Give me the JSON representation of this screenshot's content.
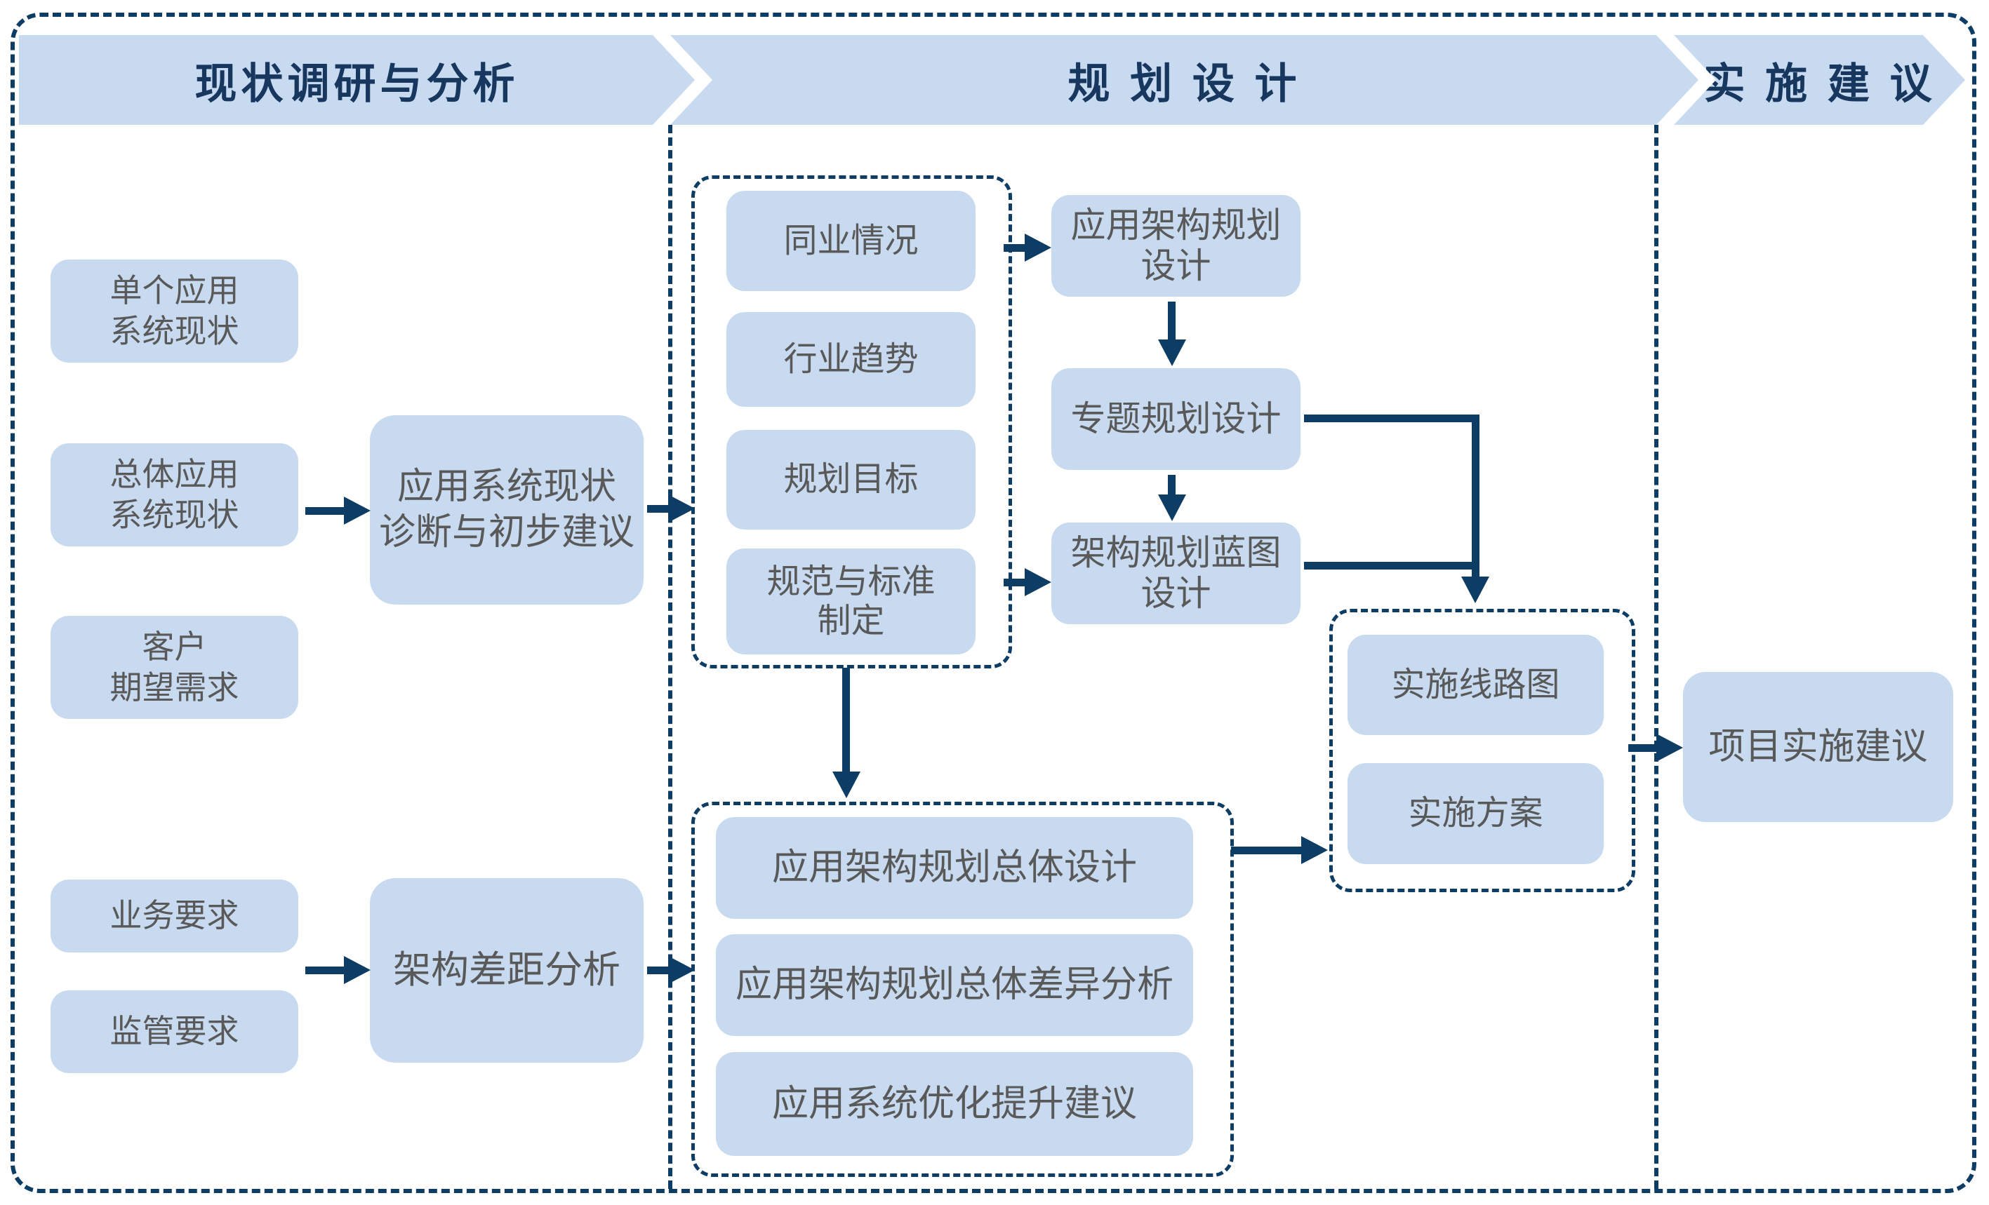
{
  "header": {
    "phases": [
      {
        "label": "现状调研与分析"
      },
      {
        "label": "规 划 设 计"
      },
      {
        "label": "实 施 建 议"
      }
    ]
  },
  "phase1": {
    "boxes": {
      "single_app": {
        "lines": [
          "单个应用",
          "系统现状"
        ]
      },
      "overall_app": {
        "lines": [
          "总体应用",
          "系统现状"
        ]
      },
      "customer": {
        "lines": [
          "客户",
          "期望需求"
        ]
      },
      "business": {
        "lines": [
          "业务要求"
        ]
      },
      "regulatory": {
        "lines": [
          "监管要求"
        ]
      },
      "diagnosis": {
        "lines": [
          "应用系统现状",
          "诊断与初步建议"
        ]
      },
      "gap_analysis": {
        "lines": [
          "架构差距分析"
        ]
      }
    }
  },
  "phase2": {
    "planning_inputs": {
      "peer": {
        "lines": [
          "同业情况"
        ]
      },
      "industry_trend": {
        "lines": [
          "行业趋势"
        ]
      },
      "planning_goal": {
        "lines": [
          "规划目标"
        ]
      },
      "standards": {
        "lines": [
          "规范与标准",
          "制定"
        ]
      }
    },
    "design_chain": {
      "app_arch_design": {
        "lines": [
          "应用架构规划",
          "设计"
        ]
      },
      "special_planning": {
        "lines": [
          "专题规划设计"
        ]
      },
      "blueprint_design": {
        "lines": [
          "架构规划蓝图",
          "设计"
        ]
      }
    },
    "overall_design": {
      "overall": {
        "lines": [
          "应用架构规划总体设计"
        ]
      },
      "difference": {
        "lines": [
          "应用架构规划总体差异分析"
        ]
      },
      "optimization": {
        "lines": [
          "应用系统优化提升建议"
        ]
      }
    },
    "implementation": {
      "roadmap": {
        "lines": [
          "实施线路图"
        ]
      },
      "plan": {
        "lines": [
          "实施方案"
        ]
      }
    }
  },
  "phase3": {
    "final": {
      "lines": [
        "项目实施建议"
      ]
    }
  },
  "colors": {
    "box_fill": "#C8DAF0",
    "line_navy": "#0D3D64",
    "header_text": "#17375E",
    "box_text": "#595959"
  }
}
